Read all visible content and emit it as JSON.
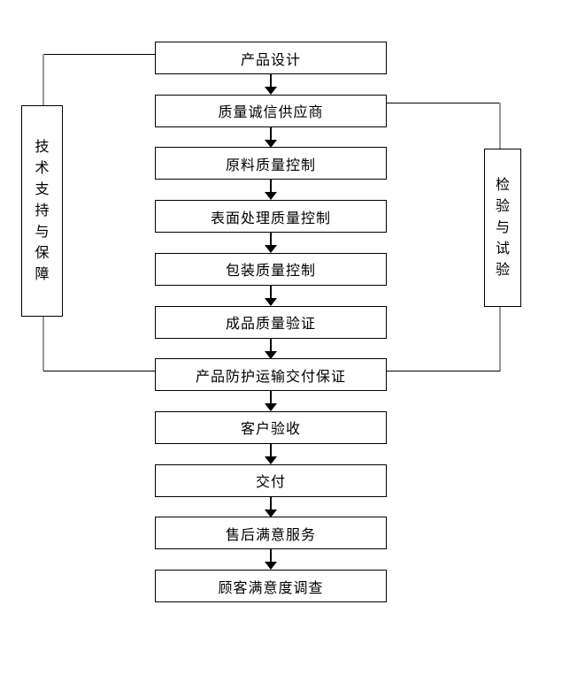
{
  "diagram": {
    "type": "flowchart",
    "main_flow": [
      {
        "label": "产品设计"
      },
      {
        "label": "质量诚信供应商"
      },
      {
        "label": "原料质量控制"
      },
      {
        "label": "表面处理质量控制"
      },
      {
        "label": "包装质量控制"
      },
      {
        "label": "成品质量验证"
      },
      {
        "label": "产品防护运输交付保证"
      },
      {
        "label": "客户验收"
      },
      {
        "label": "交付"
      },
      {
        "label": "售后满意服务"
      },
      {
        "label": "顾客满意度调查"
      }
    ],
    "side_boxes": {
      "left": {
        "label": "技术支持与保障"
      },
      "right": {
        "label": "检验与试验"
      }
    },
    "colors": {
      "line": "#000000",
      "connector_vertical": "#999999",
      "box_border": "#000000",
      "box_fill": "#ffffff",
      "background": "#ffffff",
      "text": "#000000"
    }
  }
}
